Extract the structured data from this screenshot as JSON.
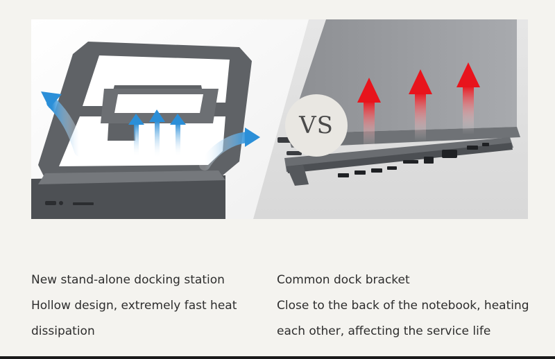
{
  "comparison": {
    "vs_label": "VS",
    "left": {
      "title": "New stand-alone docking station",
      "description": "Hollow design, extremely fast heat dissipation"
    },
    "right": {
      "title": "Common dock bracket",
      "description": "Close to the back of the notebook, heating each other, affecting the service life"
    }
  },
  "colors": {
    "cool_arrow": "#2b8fd8",
    "hot_arrow": "#e8141c",
    "stand_metal": "#5f6266",
    "laptop_body": "#9a9ca0"
  }
}
